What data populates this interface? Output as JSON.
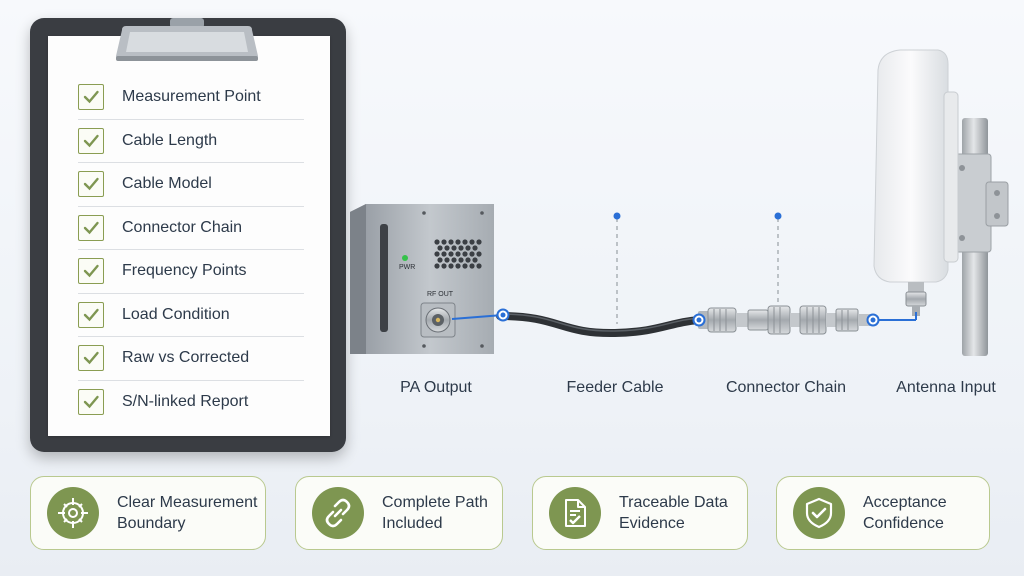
{
  "checklist": {
    "items": [
      "Measurement Point",
      "Cable Length",
      "Cable Model",
      "Connector Chain",
      "Frequency Points",
      "Load Condition",
      "Raw vs Corrected",
      "S/N-linked Report"
    ]
  },
  "diagram": {
    "nodes": [
      "PA Output",
      "Feeder Cable",
      "Connector Chain",
      "Antenna Input"
    ],
    "device": {
      "power_label": "PWR",
      "port_label": "RF OUT"
    }
  },
  "benefits": [
    {
      "line1": "Clear Measurement",
      "line2": "Boundary",
      "icon": "crosshair-target-icon"
    },
    {
      "line1": "Complete Path",
      "line2": "Included",
      "icon": "chain-link-icon"
    },
    {
      "line1": "Traceable Data",
      "line2": "Evidence",
      "icon": "document-check-icon"
    },
    {
      "line1": "Acceptance",
      "line2": "Confidence",
      "icon": "shield-check-icon"
    }
  ],
  "colors": {
    "accent_green": "#7e9651",
    "link_blue": "#2a6fd6",
    "clipboard_dark": "#3a3d42"
  }
}
